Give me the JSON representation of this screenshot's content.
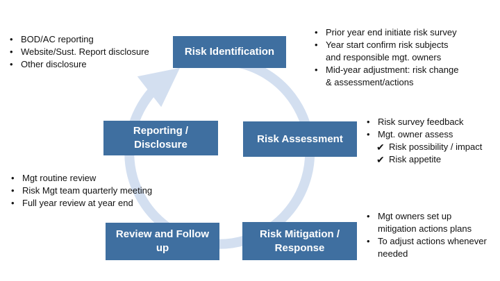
{
  "colors": {
    "box": "#3f6fa0",
    "ring": "#d3dff0"
  },
  "boxes": {
    "identification": "Risk Identification",
    "assessment": "Risk Assessment",
    "mitigation_line1": "Risk Mitigation /",
    "mitigation_line2": "Response",
    "review": "Review and Follow up",
    "reporting": "Reporting / Disclosure"
  },
  "notes": {
    "top_left": [
      "BOD/AC reporting",
      "Website/Sust. Report disclosure",
      "Other disclosure"
    ],
    "top_right": {
      "item1": "Prior year end initiate risk survey",
      "item2_line1": "Year start confirm risk subjects",
      "item2_line2": "and responsible mgt. owners",
      "item3_line1": "Mid-year adjustment: risk change",
      "item3_line2": "& assessment/actions"
    },
    "assessment": {
      "item1": "Risk survey feedback",
      "item2": "Mgt. owner assess",
      "check1": "Risk possibility / impact",
      "check2": "Risk appetite"
    },
    "review": [
      "Mgt routine review",
      "Risk Mgt team quarterly meeting",
      "Full year review at year end"
    ],
    "mitigation": {
      "item1_line1": "Mgt owners set up",
      "item1_line2": "mitigation actions plans",
      "item2_line1": "To adjust actions whenever",
      "item2_line2": "needed"
    }
  },
  "glyphs": {
    "bullet": "•",
    "check": "✔"
  }
}
